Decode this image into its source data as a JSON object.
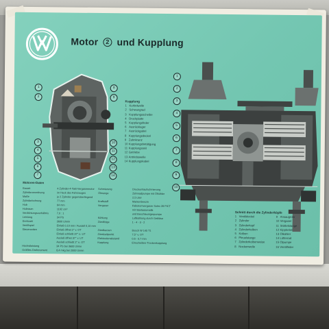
{
  "poster": {
    "brand": "VW",
    "title_left": "Motor",
    "title_num": "2",
    "title_right": "und Kupplung",
    "legend_title": "Kupplung",
    "legend_items": [
      "Kurbelwelle",
      "Schwungrad",
      "Kupplungsscheibe",
      "Druckplatte",
      "Kupplungsfeder",
      "Ausrücklager",
      "Ausrückgabel",
      "Kupplungsdeckel",
      "Zahnkranz",
      "Kupplungsbetätigung",
      "Kupplungsseil",
      "Getriebe",
      "Antriebswelle",
      "Kupplungskabel"
    ],
    "right_legend_title": "Schnitt durch die Zylinderköpfe",
    "right_legend_items": [
      "Ventildeckel",
      "Zylinder",
      "Zylinderkopf",
      "Zylinderkolben",
      "Kolben",
      "Pleuelstange",
      "Zylinderkolbenweise",
      "Nockenwelle"
    ],
    "right_legend_items_b": [
      "Ansaugrohr",
      "Vergaser",
      "Stößelstange",
      "Kipphebel",
      "Ölkühler",
      "Lüfterrad",
      "Ölpumpe",
      "Ventilfeder"
    ],
    "data_title": "Motoren-Daten",
    "data_rows": [
      [
        "Bauart",
        "4-Zylinder-4-Takt-Vergasermotor",
        "Schmierung",
        "Druckumlaufschmierung"
      ],
      [
        "Zylinderanordnung",
        "im Heck des Fahrzeuges",
        "Ölmenge",
        "Zahnradpumpe mit Ölkühler"
      ],
      [
        "Maße",
        "je 2 Zylinder gegenüberliegend",
        "",
        "2,5 Liter"
      ],
      [
        "Zylinderbohrung",
        "77 mm",
        "Kraftstoff",
        "Markenbenzin"
      ],
      [
        "Hub",
        "64 mm",
        "Vergaser",
        "Fallstromvergaser Solex 28 PICT"
      ],
      [
        "Hubraum",
        "1192 cm³",
        "",
        "mit Startautomatik"
      ],
      [
        "Verdichtungsverhältnis",
        "7,0 : 1",
        "",
        "und Beschleunigerpumpe"
      ],
      [
        "Leistung",
        "34 PS",
        "Kühlung",
        "Luftkühlung durch Gebläse"
      ],
      [
        "Drehzahl",
        "3600 U/min",
        "Zündfolge",
        "1 - 4 - 3 - 2"
      ],
      [
        "Ventilspiel",
        "Einlaß 0,10 mm / Auslaß 0,10 mm",
        "",
        ""
      ],
      [
        "Steuerzeiten",
        "Einlaß öffnet 2° v. OT",
        "Zündkerzen",
        "Bosch W 145 T1"
      ],
      [
        "",
        "Einlaß schließt 37° n. UT",
        "Zündzeitpunkt",
        "7,5° v. OT"
      ],
      [
        "",
        "Auslaß öffnet 37° v. UT",
        "Elektrodenabstand",
        "0,6 - 0,7 mm"
      ],
      [
        "",
        "Auslaß schließt 2° n. OT",
        "Kupplung",
        "Einscheiben-Trockenkupplung"
      ],
      [
        "Höchstleistung",
        "34 PS bei 3600 U/min",
        "",
        ""
      ],
      [
        "Größtes Drehmoment",
        "8,4 mkg bei 2000 U/min",
        "",
        ""
      ]
    ]
  },
  "colors": {
    "poster_teal": "#78cab5",
    "paper": "#f0ede2",
    "ink": "#1b2a2a",
    "wood": "#3b3a35"
  }
}
